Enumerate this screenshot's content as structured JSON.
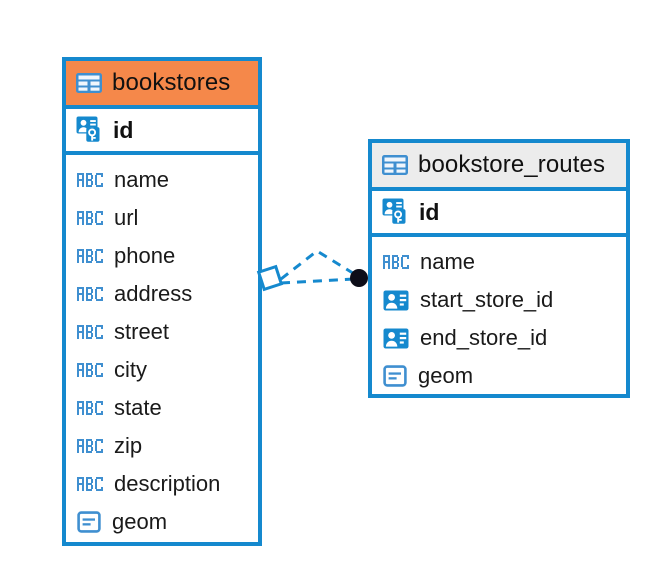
{
  "diagram": {
    "title": "bookstores / bookstore_routes entity relationship diagram",
    "background": "#ffffff",
    "colors": {
      "border_blue": "#1589CE",
      "header_accent_orange": "#F5884A",
      "header_neutral_gray": "#ECECEC",
      "icon_blue": "#3F8FD0",
      "icon_blue_solid": "#1589CE",
      "text": "#111111",
      "connector_blue": "#1589CE",
      "connector_endpoint": "#0D0D18"
    }
  },
  "entities": [
    {
      "name": "bookstores",
      "header_icon": "table-icon",
      "header_style": "accent",
      "primary_key": {
        "label": "id",
        "icon": "primary-key-icon"
      },
      "fields": [
        {
          "label": "name",
          "icon": "abc-text-icon"
        },
        {
          "label": "url",
          "icon": "abc-text-icon"
        },
        {
          "label": "phone",
          "icon": "abc-text-icon"
        },
        {
          "label": "address",
          "icon": "abc-text-icon"
        },
        {
          "label": "street",
          "icon": "abc-text-icon"
        },
        {
          "label": "city",
          "icon": "abc-text-icon"
        },
        {
          "label": "state",
          "icon": "abc-text-icon"
        },
        {
          "label": "zip",
          "icon": "abc-text-icon"
        },
        {
          "label": "description",
          "icon": "abc-text-icon"
        },
        {
          "label": "geom",
          "icon": "geometry-icon"
        }
      ]
    },
    {
      "name": "bookstore_routes",
      "header_icon": "table-icon",
      "header_style": "neutral",
      "primary_key": {
        "label": "id",
        "icon": "primary-key-icon"
      },
      "fields": [
        {
          "label": "name",
          "icon": "abc-text-icon"
        },
        {
          "label": "start_store_id",
          "icon": "foreign-key-icon"
        },
        {
          "label": "end_store_id",
          "icon": "foreign-key-icon"
        },
        {
          "label": "geom",
          "icon": "geometry-icon"
        }
      ]
    }
  ],
  "relationship": {
    "from_entity": "bookstores",
    "to_entity": "bookstore_routes",
    "from_marker": "diamond-marker",
    "to_marker": "filled-circle-marker",
    "line_style": "dashed",
    "cardinality_fork": true
  }
}
